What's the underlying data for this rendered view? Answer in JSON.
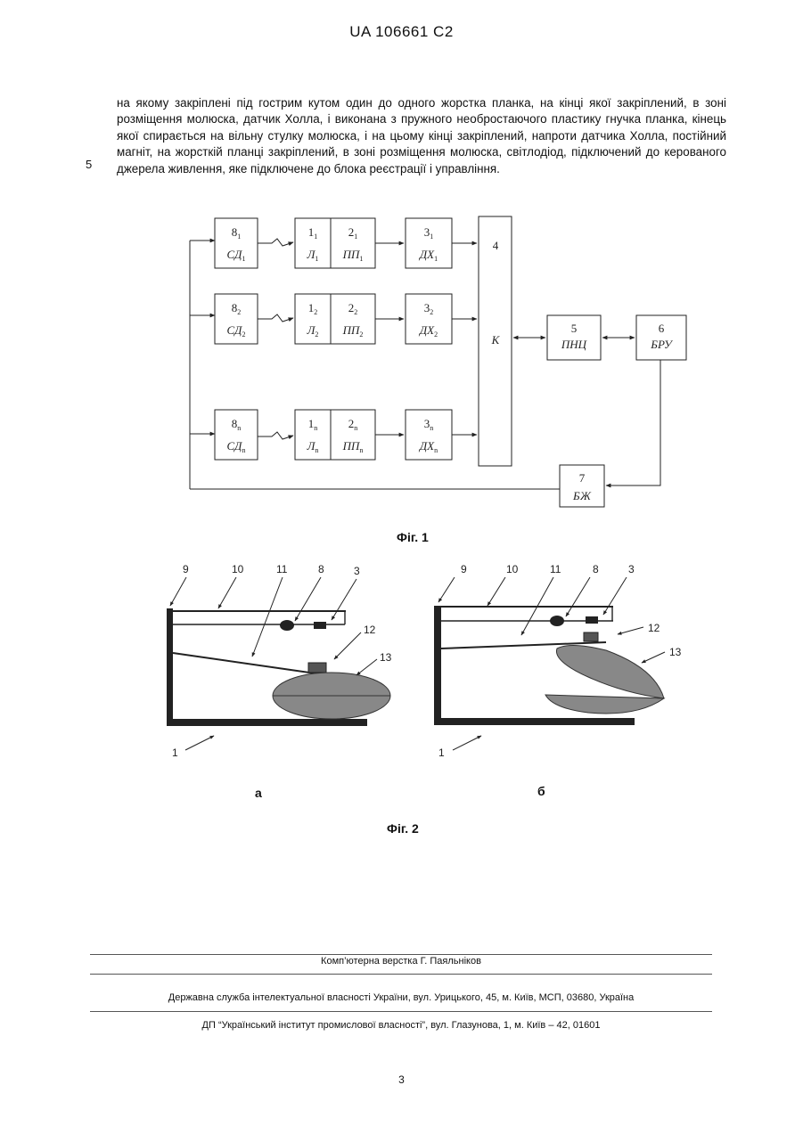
{
  "header": {
    "patent_number": "UA 106661 C2"
  },
  "body_text": {
    "paragraph": "на якому закріплені під гострим кутом один до одного жорстка планка, на кінці якої закріплений, в зоні розміщення молюска, датчик Холла, і виконана з пружного необростаючого пластику гнучка планка, кінець якої спирається на вільну стулку молюска, і на цьому кінці закріплений, напроти датчика Холла, постійний магніт, на жорсткій планці закріплений, в зоні розміщення молюска, світлодіод, підключений до керованого джерела живлення, яке підключене до блока реєстрації і управління.",
    "line_number": "5"
  },
  "fig1": {
    "caption": "Фіг. 1",
    "rows": [
      {
        "sd_num": "8",
        "sd_sub": "1",
        "sd_label": "СД",
        "l_num": "1",
        "l_sub": "1",
        "l_label": "Л",
        "pp_num": "2",
        "pp_sub": "1",
        "pp_label": "ПП",
        "dh_num": "3",
        "dh_sub": "1",
        "dh_label": "ДХ"
      },
      {
        "sd_num": "8",
        "sd_sub": "2",
        "sd_label": "СД",
        "l_num": "1",
        "l_sub": "2",
        "l_label": "Л",
        "pp_num": "2",
        "pp_sub": "2",
        "pp_label": "ПП",
        "dh_num": "3",
        "dh_sub": "2",
        "dh_label": "ДХ"
      },
      {
        "sd_num": "8",
        "sd_sub": "n",
        "sd_label": "СД",
        "l_num": "1",
        "l_sub": "n",
        "l_label": "Л",
        "pp_num": "2",
        "pp_sub": "n",
        "pp_label": "ПП",
        "dh_num": "3",
        "dh_sub": "n",
        "dh_label": "ДХ"
      }
    ],
    "k_block": {
      "num": "4",
      "label": "К"
    },
    "pnc_block": {
      "num": "5",
      "label": "ПНЦ"
    },
    "bru_block": {
      "num": "6",
      "label": "БРУ"
    },
    "bzh_block": {
      "num": "7",
      "label": "БЖ"
    }
  },
  "fig2": {
    "caption": "Фіг. 2",
    "sub_a": "а",
    "sub_b": "б",
    "labels": {
      "l9": "9",
      "l10": "10",
      "l11": "11",
      "l8": "8",
      "l3": "3",
      "l12": "12",
      "l13": "13",
      "l1": "1"
    }
  },
  "footer": {
    "typesetting": "Комп’ютерна верстка Г. Паяльніков",
    "agency": "Державна служба інтелектуальної власності України, вул. Урицького, 45, м. Київ, МСП, 03680, Україна",
    "institute": "ДП “Український інститут промислової власності”, вул. Глазунова, 1, м. Київ – 42, 01601",
    "page_number": "3"
  }
}
